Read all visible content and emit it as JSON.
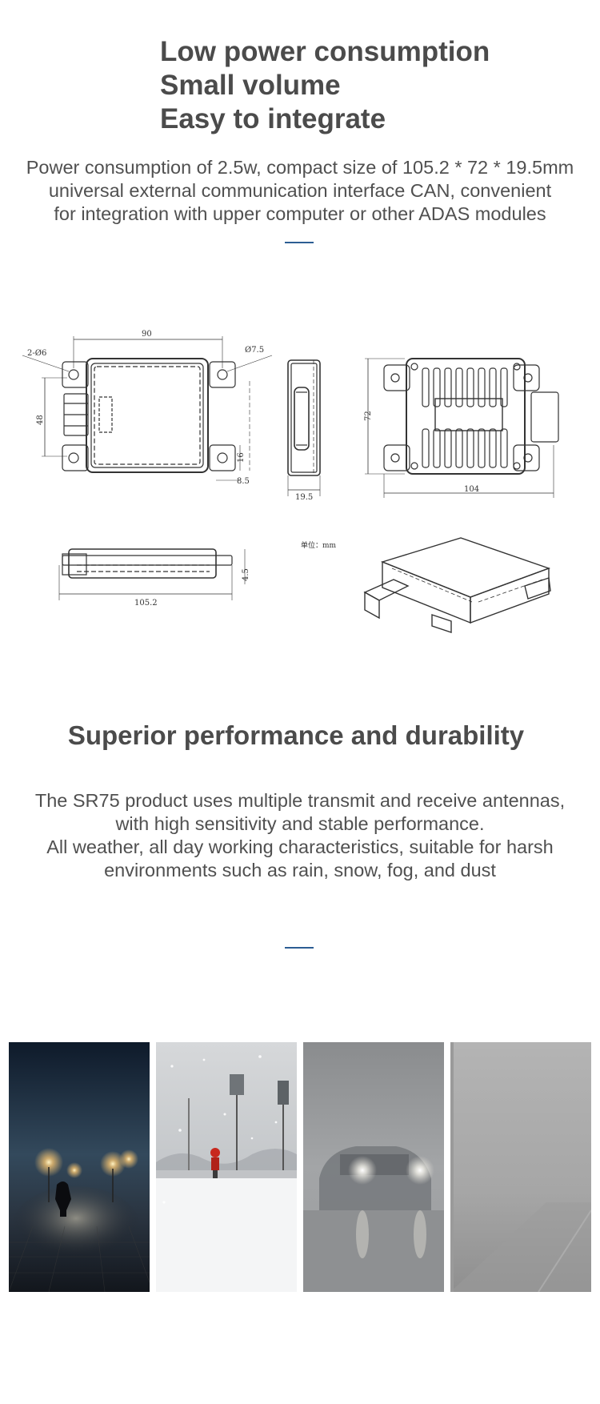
{
  "section1": {
    "headings": [
      "Low power consumption",
      "Small volume",
      "Easy to integrate"
    ],
    "paragraph_lines": [
      "Power consumption of 2.5w, compact size of 105.2 * 72 * 19.5mm",
      "universal external communication interface CAN, convenient",
      "for integration with upper computer or other ADAS modules"
    ],
    "accent_color": "#2c5d93"
  },
  "drawing": {
    "dim_90": "90",
    "dim_2phi6": "2-Ø6",
    "dim_phi7_5": "Ø7.5",
    "dim_48": "48",
    "dim_16": "16",
    "dim_8_5": "8.5",
    "dim_19_5": "19.5",
    "dim_72": "72",
    "dim_104": "104",
    "dim_4_5": "4.5",
    "dim_105_2": "105.2",
    "unit_note": "单位：mm"
  },
  "section2": {
    "title": "Superior performance and durability",
    "paragraph_lines": [
      "The SR75 product uses multiple transmit and receive antennas,",
      "with high sensitivity and stable performance.",
      "All weather, all day working characteristics, suitable for harsh",
      "environments such as rain, snow, fog, and dust"
    ]
  },
  "photos": [
    "night-fog-cyclist-photo",
    "snow-street-photo",
    "fog-car-headlights-photo",
    "dense-fog-photo"
  ]
}
